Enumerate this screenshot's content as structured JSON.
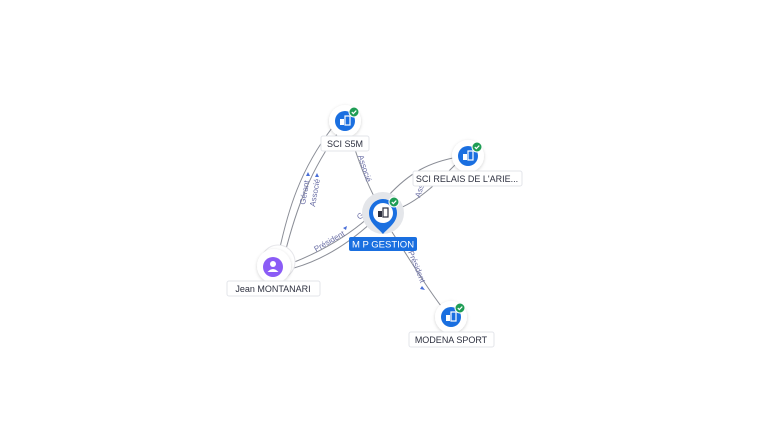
{
  "colors": {
    "company_blue": "#1a6fe0",
    "person_purple": "#8b5cf6",
    "verified_green": "#1f9d55",
    "edge_gray": "#8a8d96",
    "edge_label": "#6b6fa6"
  },
  "nodes": {
    "central": {
      "label": "M P GESTION",
      "icon": "building-icon",
      "verified": true
    },
    "sci_s5m": {
      "label": "SCI S5M",
      "icon": "building-icon",
      "verified": true
    },
    "sci_relais": {
      "label": "SCI RELAIS DE L'ARIE...",
      "icon": "building-icon",
      "verified": true
    },
    "modena": {
      "label": "MODENA SPORT",
      "icon": "building-icon",
      "verified": true
    },
    "person": {
      "label": "Jean MONTANARI",
      "icon": "person-icon",
      "verified": false
    }
  },
  "edges": {
    "s5m_central": "Associé",
    "person_s5m_gerant": "Gérant",
    "person_s5m_associe": "Associé",
    "person_central": "Président",
    "central_clipped": "G",
    "central_relais": "Asso",
    "central_modena": "Président"
  }
}
